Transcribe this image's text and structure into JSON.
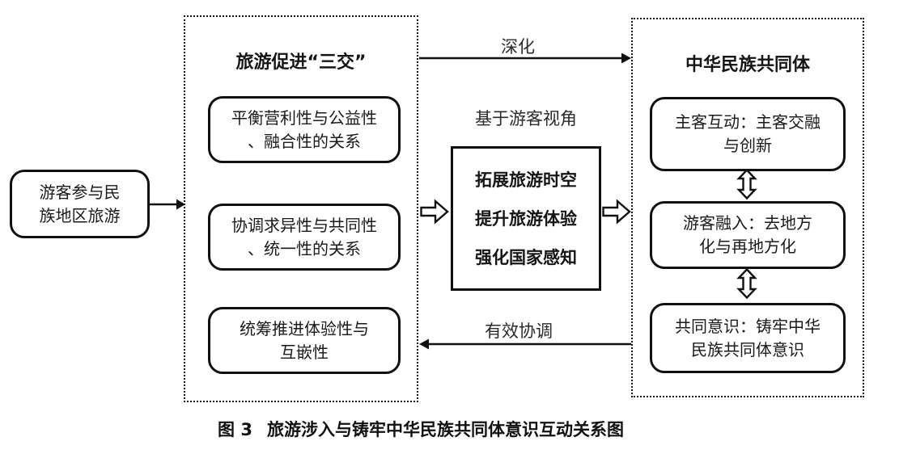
{
  "diagram": {
    "entry_box": {
      "text": "游客参与民\n族地区旅游"
    },
    "left_panel": {
      "title": "旅游促进“三交”",
      "boxes": [
        {
          "text": "平衡营利性与公益性\n、融合性的关系"
        },
        {
          "text": "协调求异性与共同性\n、统一性的关系"
        },
        {
          "text": "统筹推进体验性与\n互嵌性"
        }
      ]
    },
    "center": {
      "perspective_label": "基于游客视角",
      "core_box_text": "拓展旅游时空\n提升旅游体验\n强化国家感知"
    },
    "right_panel": {
      "title": "中华民族共同体",
      "boxes": [
        {
          "text": "主客互动：主客交融\n与创新"
        },
        {
          "text": "游客融入：去地方\n化与再地方化"
        },
        {
          "text": "共同意识：铸牢中华\n民族共同体意识"
        }
      ]
    },
    "arrows": {
      "top_label": "深化",
      "bottom_label": "有效协调"
    },
    "caption": {
      "prefix": "图 3",
      "title": "旅游涉入与铸牢中华民族共同体意识互动关系图"
    }
  },
  "colors": {
    "ink": "#1a1a1a",
    "background": "#ffffff"
  }
}
